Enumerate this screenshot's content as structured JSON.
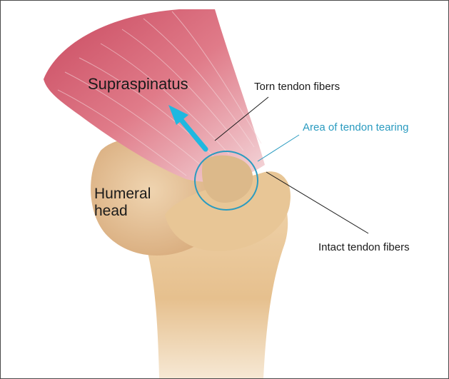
{
  "labels": {
    "supraspinatus": "Supraspinatus",
    "humeral_head": "Humeral head",
    "torn_fibers": "Torn tendon fibers",
    "area_tearing": "Area of tendon tearing",
    "intact_fibers": "Intact tendon fibers"
  },
  "colors": {
    "highlight": "#2a9bc0",
    "arrow": "#1fb8e0",
    "leader_line": "#1a1a1a",
    "muscle": "#d9697a",
    "bone": "#e9c89a"
  }
}
